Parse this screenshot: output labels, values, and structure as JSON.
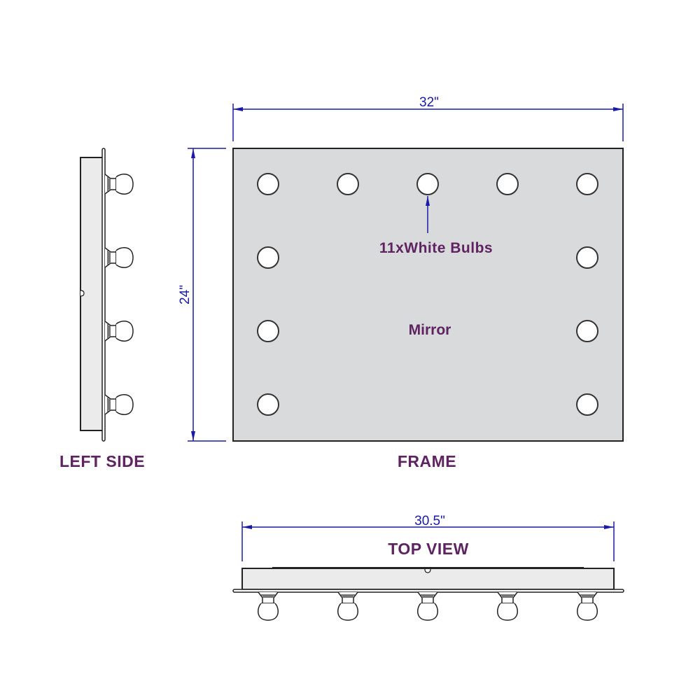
{
  "colors": {
    "dimension_line": "#1a1aa8",
    "label": "#5e2360",
    "mirror_fill": "#d9dadc",
    "frame_fill": "#ebebeb",
    "outline": "#222222",
    "bulb_fill": "#ffffff"
  },
  "frame_view": {
    "title": "FRAME",
    "width_dimension": "32\"",
    "height_dimension": "24\"",
    "bulbs_callout": "11xWhite Bulbs",
    "mirror_label": "Mirror",
    "bulb_count": 11
  },
  "left_side_view": {
    "title": "LEFT SIDE",
    "bulb_count": 4
  },
  "top_view": {
    "title": "TOP VIEW",
    "width_dimension": "30.5\"",
    "bulb_count": 5
  }
}
